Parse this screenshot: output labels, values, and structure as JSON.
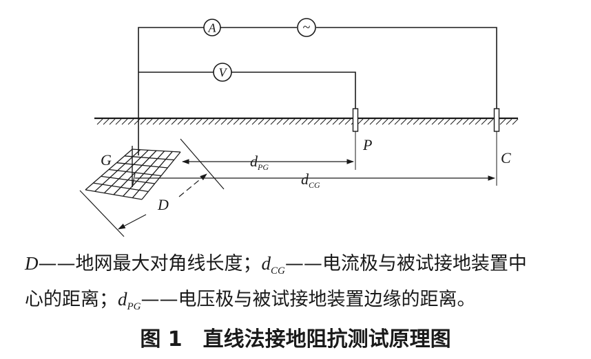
{
  "diagram": {
    "meters": {
      "ammeter": "A",
      "voltmeter": "V",
      "source": "~"
    },
    "labels": {
      "grid": "G",
      "potential_probe": "P",
      "current_probe": "C",
      "diagonal": "D"
    },
    "dims": {
      "dpg": {
        "base": "d",
        "sub": "PG"
      },
      "dcg": {
        "base": "d",
        "sub": "CG"
      }
    }
  },
  "legend": {
    "line1": {
      "D_sym": "D",
      "D_desc": "——地网最大对角线长度；",
      "dcg_base": "d",
      "dcg_sub": "CG",
      "dcg_desc": "——电流极与被试接地装置中"
    },
    "line2": {
      "cont": "心的距离；",
      "dpg_base": "d",
      "dpg_sub": "PG",
      "dpg_desc": "——电压极与被试接地装置边缘的距离。"
    }
  },
  "figure": {
    "number": "图 1",
    "title": "直线法接地阻抗测试原理图"
  }
}
